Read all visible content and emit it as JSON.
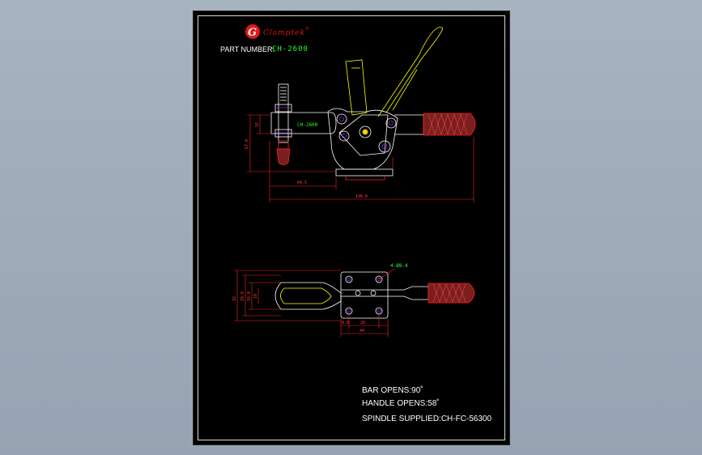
{
  "logo": {
    "letter": "G",
    "brand": "Clamptek",
    "reg": "®"
  },
  "part_number": {
    "label": "PART NUMBER:",
    "value": "CH-2600"
  },
  "drawing": {
    "body_label": "CH-2600",
    "dims": {
      "left_height": "57.0",
      "left_small": "16",
      "mid_width": "64.5",
      "overall_width": "196.6",
      "holes": "4-Ø8.4",
      "plan_h1": "32",
      "plan_h2": "29.0",
      "plan_h3": "16.0",
      "plan_h4": "10",
      "plan_w1": "8.8",
      "plan_w2": "26",
      "plan_w3": "44"
    }
  },
  "notes": {
    "bar_opens": "BAR OPENS:90˚",
    "handle_opens": "HANDLE OPENS:58˚",
    "spindle": "SPINDLE SUPPLIED:CH-FC-56300"
  },
  "colors": {
    "outline": "#ffffff",
    "dimension": "#ff2020",
    "handle_ghost": "#ffff00",
    "hole": "#8a2be2",
    "grip_fill": "#7a1e1e",
    "label_green": "#28ff28",
    "logo_red": "#e01818"
  }
}
